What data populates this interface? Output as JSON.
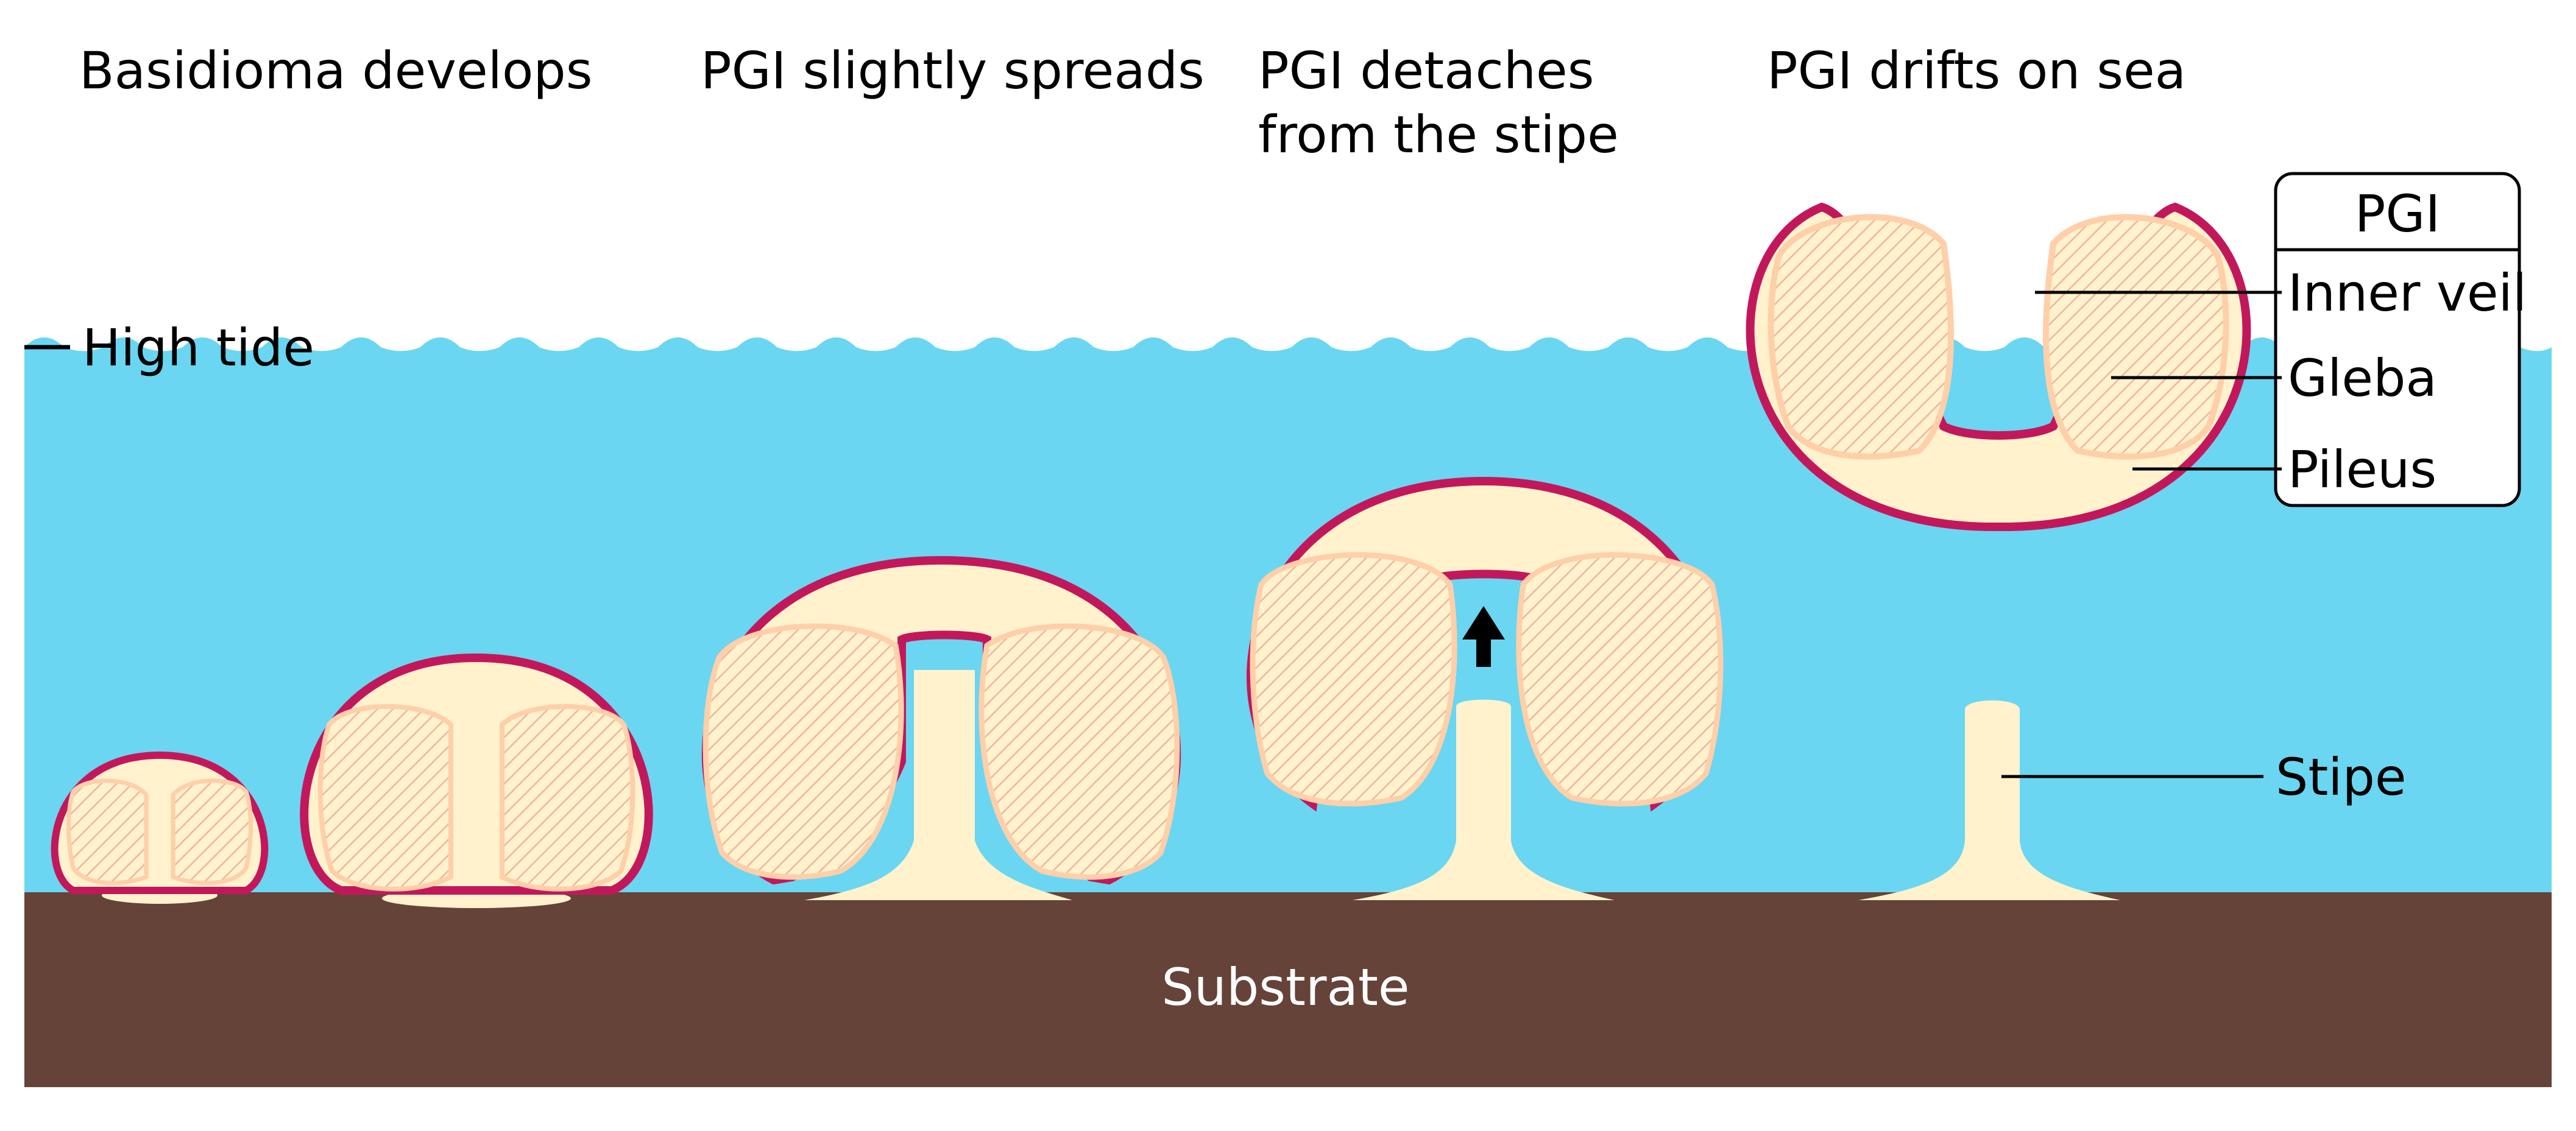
{
  "stages": {
    "s1": "Basidioma develops",
    "s2": "PGI slightly spreads",
    "s3_line1": "PGI detaches",
    "s3_line2": "from the stipe",
    "s4": "PGI drifts on sea"
  },
  "labels": {
    "high_tide": "High tide",
    "substrate": "Substrate",
    "stipe": "Stipe"
  },
  "legend": {
    "title": "PGI",
    "inner_veil": "Inner veil",
    "gleba": "Gleba",
    "pileus": "Pileus"
  },
  "colors": {
    "sea": "#6ad6f1",
    "substrate": "#654339",
    "tissue": "#fff2cc",
    "peridium": "#c2185b",
    "veil": "#ffcfaa",
    "gleba_hatch": "#f0b4a0"
  }
}
